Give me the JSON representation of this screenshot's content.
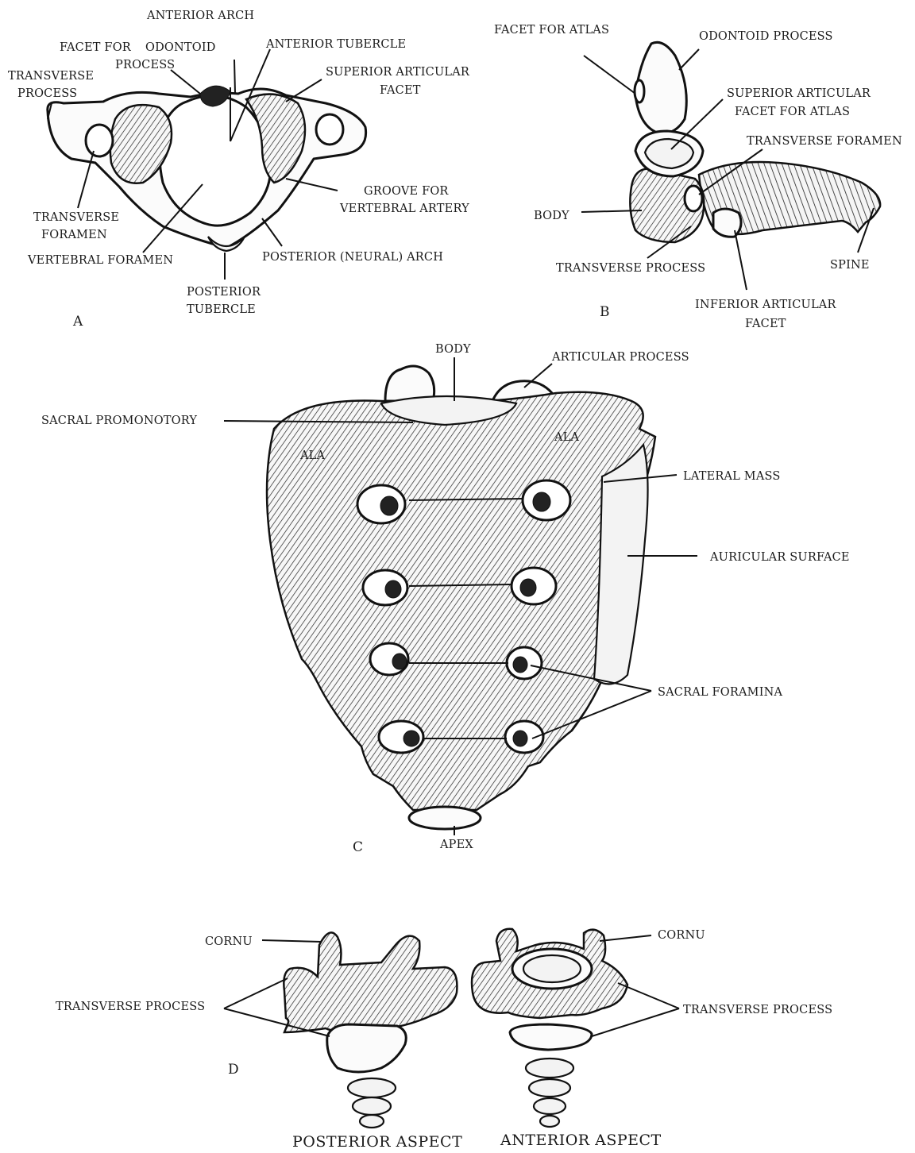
{
  "panels": {
    "a": {
      "letter": "A",
      "labels": {
        "anterior_arch": "ANTERIOR ARCH",
        "facet_for_1": "FACET FOR",
        "odontoid_1": "ODONTOID",
        "process": "PROCESS",
        "anterior_tubercle": "ANTERIOR TUBERCLE",
        "superior_articular_1": "SUPERIOR ARTICULAR",
        "superior_articular_2": "FACET",
        "transverse_process_1": "TRANSVERSE",
        "transverse_process_2": "PROCESS",
        "groove_1": "GROOVE FOR",
        "groove_2": "VERTEBRAL ARTERY",
        "transverse_foramen_1": "TRANSVERSE",
        "transverse_foramen_2": "FORAMEN",
        "vertebral_foramen": "VERTEBRAL FORAMEN",
        "posterior_arch": "POSTERIOR (NEURAL) ARCH",
        "posterior_tubercle_1": "POSTERIOR",
        "posterior_tubercle_2": "TUBERCLE"
      }
    },
    "b": {
      "letter": "B",
      "labels": {
        "facet_for_atlas": "FACET FOR ATLAS",
        "odontoid_process": "ODONTOID PROCESS",
        "superior_facet_1": "SUPERIOR ARTICULAR",
        "superior_facet_2": "FACET FOR ATLAS",
        "transverse_foramen": "TRANSVERSE FORAMEN",
        "body": "BODY",
        "transverse_process": "TRANSVERSE PROCESS",
        "spine": "SPINE",
        "inferior_facet_1": "INFERIOR ARTICULAR",
        "inferior_facet_2": "FACET"
      }
    },
    "c": {
      "letter": "C",
      "labels": {
        "body": "BODY",
        "articular_process": "ARTICULAR PROCESS",
        "sacral_promontory": "SACRAL PROMONOTORY",
        "ala_left": "ALA",
        "ala_right": "ALA",
        "lateral_mass": "LATERAL MASS",
        "auricular_surface": "AURICULAR SURFACE",
        "sacral_foramina": "SACRAL FORAMINA",
        "apex": "APEX"
      }
    },
    "d": {
      "letter": "D",
      "labels": {
        "cornu_left": "CORNU",
        "cornu_right": "CORNU",
        "transverse_process_left": "TRANSVERSE PROCESS",
        "transverse_process_right": "TRANSVERSE PROCESS"
      },
      "aspects": {
        "posterior": "POSTERIOR ASPECT",
        "anterior": "ANTERIOR ASPECT"
      }
    }
  }
}
